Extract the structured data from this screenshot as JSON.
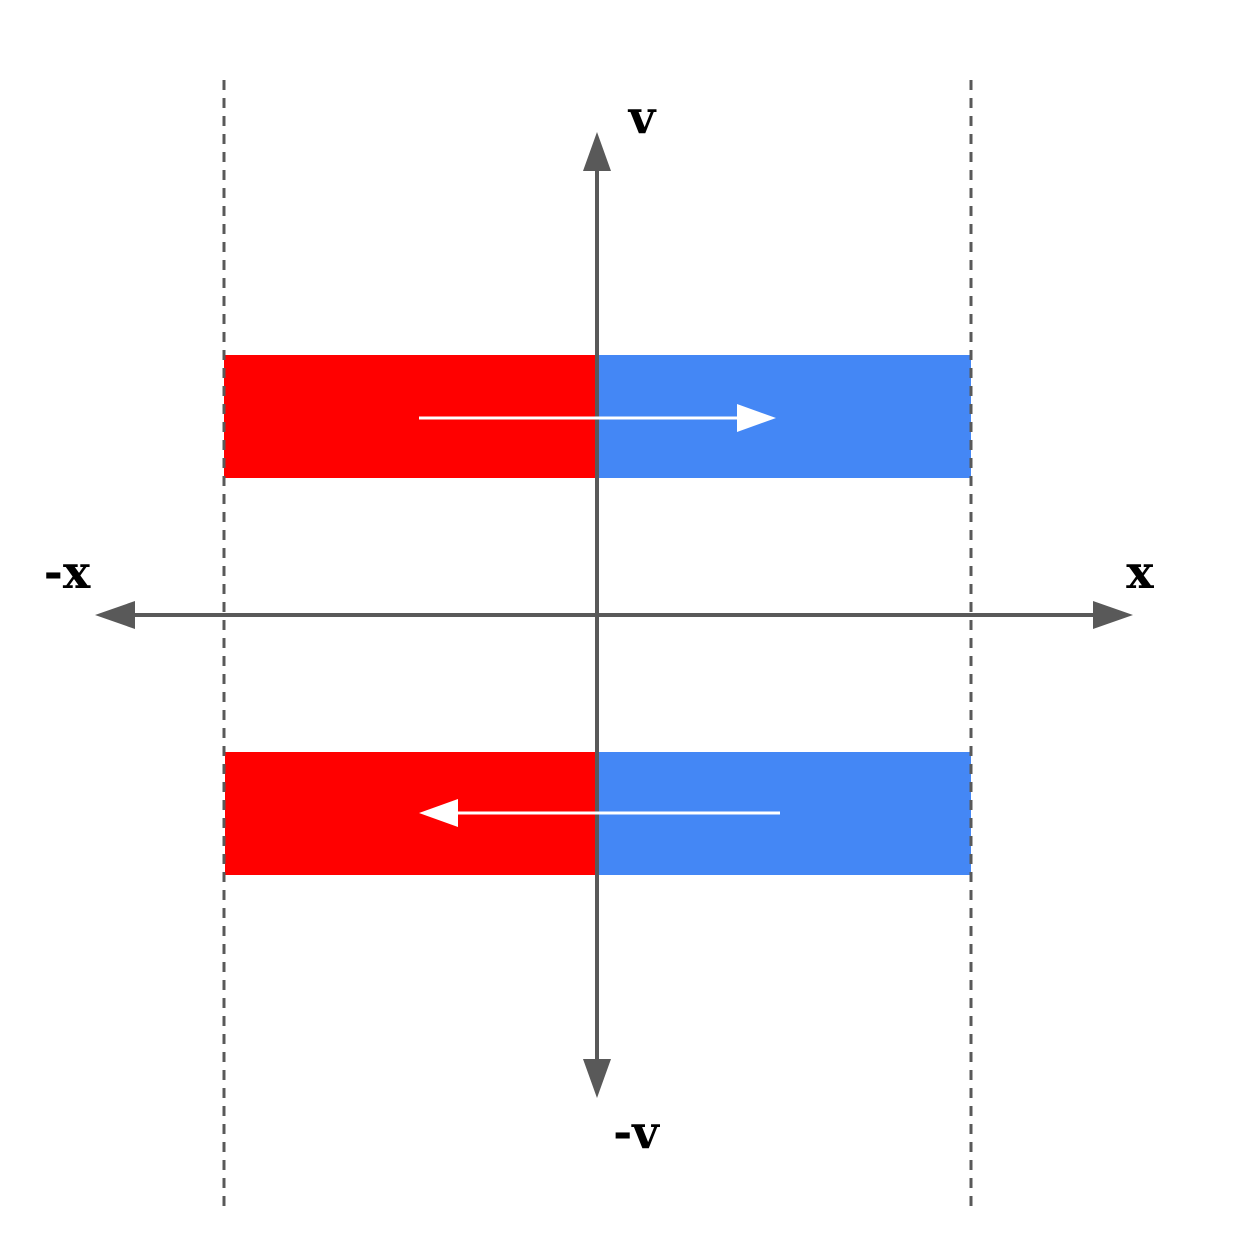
{
  "labels": {
    "v_pos": "v",
    "v_neg": "-v",
    "x_pos": "x",
    "x_neg": "-x"
  },
  "colors": {
    "left_region": "#ff0000",
    "right_region": "#4487f5",
    "axis": "#595959",
    "arrow": "#ffffff"
  },
  "bands": [
    {
      "name": "upper",
      "velocity_sign": "positive",
      "direction": "right"
    },
    {
      "name": "lower",
      "velocity_sign": "negative",
      "direction": "left"
    }
  ]
}
